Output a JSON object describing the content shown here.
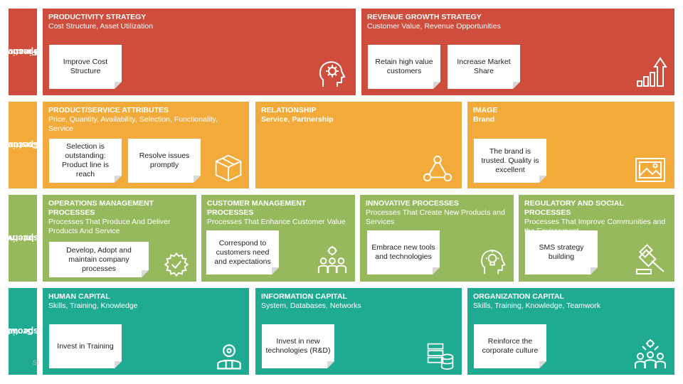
{
  "rows": [
    {
      "label_line1": "Financial",
      "label_line2": "Perspective",
      "color": "#cf4d3c"
    },
    {
      "label_line1": "Customer",
      "label_line2": "Perspective",
      "color": "#f2ab3a"
    },
    {
      "label_line1": "Internal",
      "label_line2": "Perspective",
      "color": "#97b95e"
    },
    {
      "label_line1": "Growth",
      "label_line2": "Perspective",
      "color": "#1fab92"
    }
  ],
  "financial": {
    "productivity": {
      "title": "PRODUCTIVITY STRATEGY",
      "subtitle": "Cost Structure, Asset Utilization",
      "notes": [
        "Improve Cost Structure"
      ],
      "icon": "head-gear-icon"
    },
    "revenue": {
      "title": "REVENUE GROWTH STRATEGY",
      "subtitle": "Customer Value, Revenue Opportunities",
      "notes": [
        "Retain high value customers",
        "Increase Market Share"
      ],
      "icon": "growth-chart-icon"
    }
  },
  "customer": {
    "attributes": {
      "title": "PRODUCT/SERVICE ATTRIBUTES",
      "subtitle": "Price, Quantity, Availability, Selection, Functionality, Service",
      "notes": [
        "Selection is outstanding: Product line is reach",
        "Resolve issues promptly"
      ],
      "icon": "box-icon"
    },
    "relationship": {
      "title": "RELATIONSHIP",
      "subtitle": "Service, Partnership",
      "icon": "network-icon"
    },
    "image": {
      "title": "IMAGE",
      "subtitle": "Brand",
      "notes": [
        "The brand is trusted. Quality is excellent"
      ],
      "icon": "picture-icon"
    }
  },
  "internal": {
    "operations": {
      "title": "OPERATIONS MANAGEMENT PROCESSES",
      "subtitle": "Processes That Produce And Deliver Products And Service",
      "notes": [
        "Develop, Adopt and maintain company processes"
      ],
      "icon": "gear-check-icon"
    },
    "customer_mgmt": {
      "title": "CUSTOMER MANAGEMENT PROCESSES",
      "subtitle": "Processes That Enhance Customer Value",
      "notes": [
        "Correspond to customers need and expectations"
      ],
      "icon": "team-gear-icon"
    },
    "innovative": {
      "title": "INNOVATIVE PROCESSES",
      "subtitle": "Processes That Create New Products and Services",
      "notes": [
        "Embrace new tools and technologies"
      ],
      "icon": "head-bulb-icon"
    },
    "regulatory": {
      "title": "REGULATORY AND SOCIAL PROCESSES",
      "subtitle": "Processes That Improve Communities and the Environment",
      "notes": [
        "SMS strategy building"
      ],
      "icon": "gavel-icon"
    }
  },
  "growth": {
    "human": {
      "title": "HUMAN CAPITAL",
      "subtitle": "Skills, Training, Knowledge",
      "notes": [
        "Invest in Training"
      ],
      "icon": "person-icon"
    },
    "information": {
      "title": "INFORMATION CAPITAL",
      "subtitle": "System, Databases, Networks",
      "notes": [
        "Invest in new technologies (R&D)"
      ],
      "icon": "database-icon"
    },
    "organization": {
      "title": "ORGANIZATION CAPITAL",
      "subtitle": "Skills, Training, Knowledge, Teamwork",
      "notes": [
        "Reinforce the corporate culture"
      ],
      "icon": "group-gear-icon"
    }
  },
  "footer": {
    "text": "SI"
  }
}
